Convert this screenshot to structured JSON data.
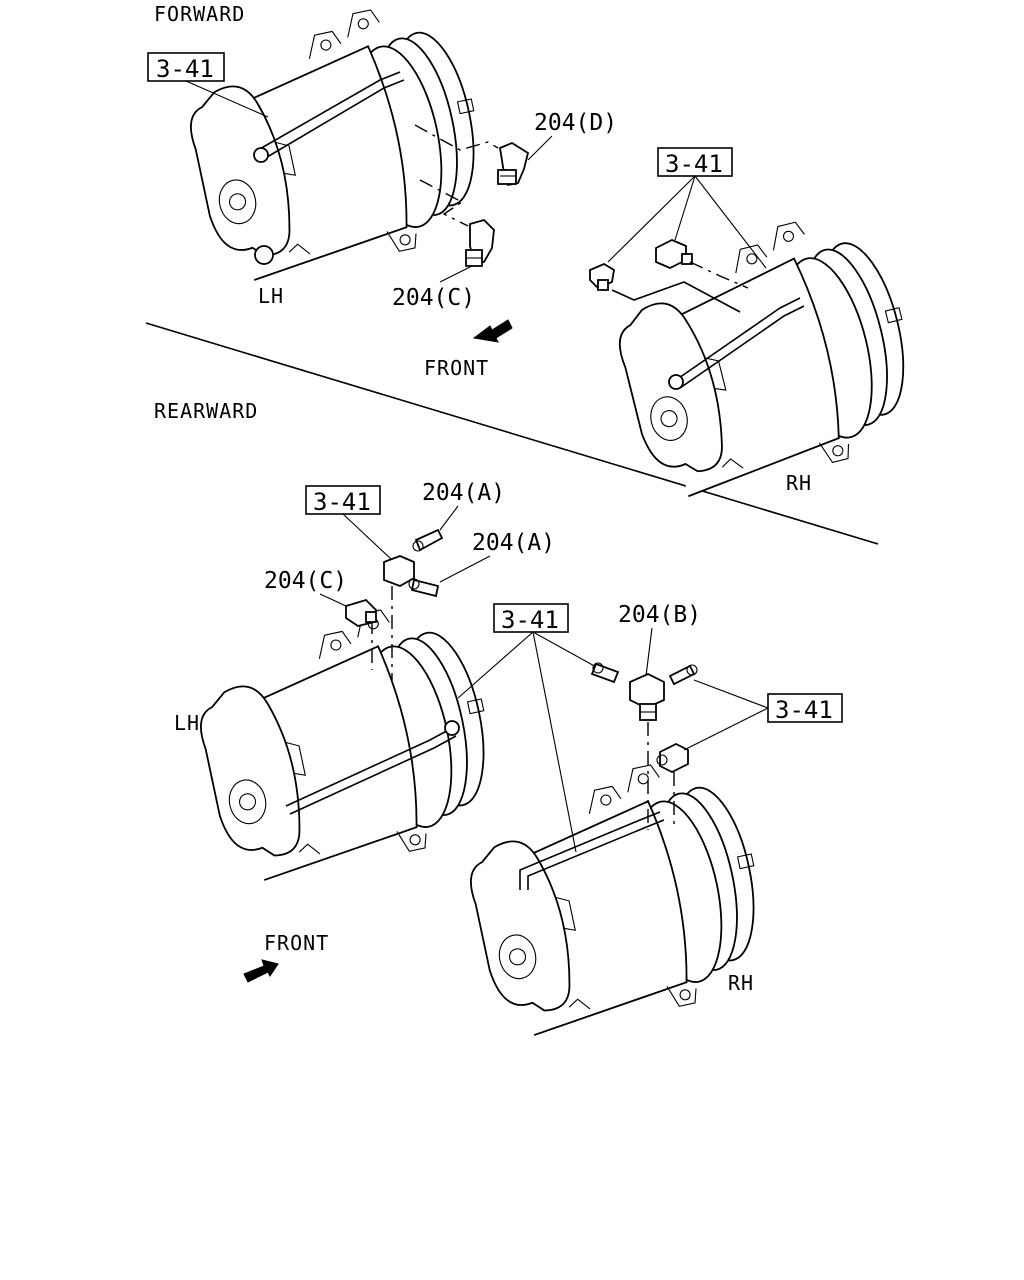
{
  "sections": {
    "forward": "FORWARD",
    "rearward": "REARWARD"
  },
  "directions": {
    "front_upper": "FRONT",
    "front_lower": "FRONT"
  },
  "sides": {
    "lh": "LH",
    "rh": "RH"
  },
  "refs": {
    "section_ref": "3-41"
  },
  "parts": {
    "a": "204(A)",
    "b": "204(B)",
    "c": "204(C)",
    "d": "204(D)"
  }
}
